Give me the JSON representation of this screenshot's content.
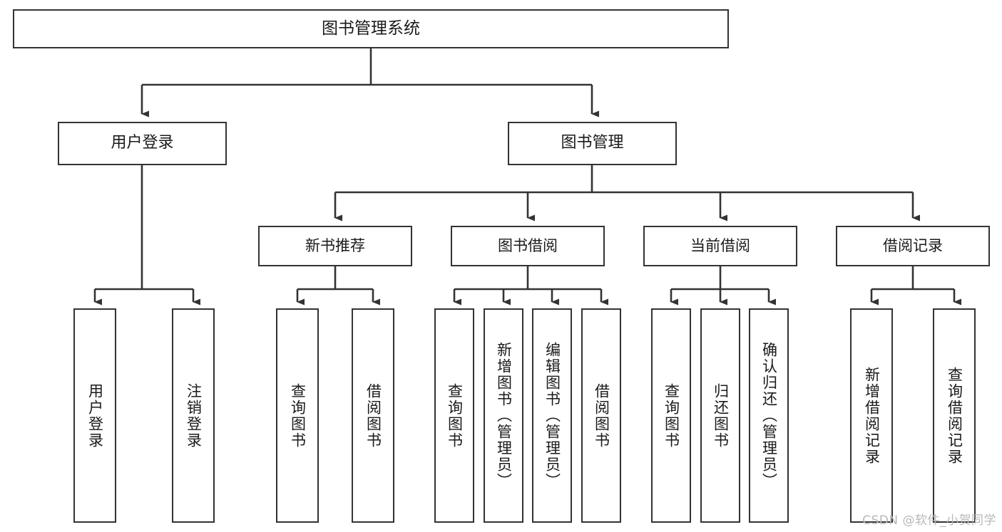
{
  "diagram": {
    "title": "图书管理系统",
    "type": "hierarchy-tree",
    "background_color": "#ffffff",
    "line_color": "#333333",
    "box_fill": "#ffffff",
    "text_color": "#1a1a1a",
    "root": {
      "label": "图书管理系统"
    },
    "level2": [
      {
        "label": "用户登录"
      },
      {
        "label": "图书管理"
      }
    ],
    "level3": [
      {
        "label": "新书推荐"
      },
      {
        "label": "图书借阅"
      },
      {
        "label": "当前借阅"
      },
      {
        "label": "借阅记录"
      }
    ],
    "leaves": {
      "user_login": [
        {
          "label": "用户登录"
        },
        {
          "label": "注销登录"
        }
      ],
      "new_book_recommend": [
        {
          "label": "查询图书"
        },
        {
          "label": "借阅图书"
        }
      ],
      "book_borrow": [
        {
          "label": "查询图书"
        },
        {
          "label": "新增图书（管理员）"
        },
        {
          "label": "编辑图书（管理员）"
        },
        {
          "label": "借阅图书"
        }
      ],
      "current_borrow": [
        {
          "label": "查询图书"
        },
        {
          "label": "归还图书"
        },
        {
          "label": "确认归还（管理员）"
        }
      ],
      "borrow_record": [
        {
          "label": "新增借阅记录"
        },
        {
          "label": "查询借阅记录"
        }
      ]
    }
  },
  "watermark": {
    "text": "CSDN @软件_小贺同学"
  }
}
